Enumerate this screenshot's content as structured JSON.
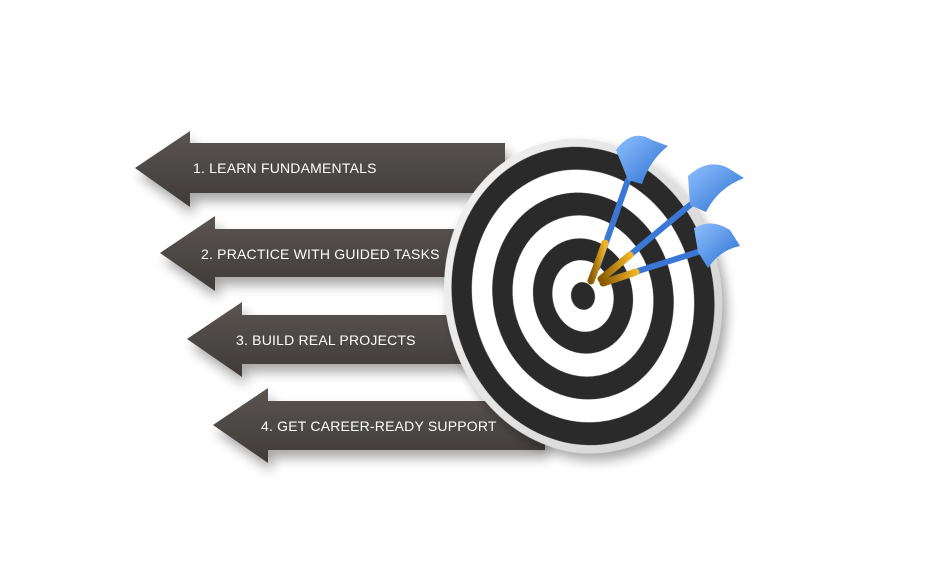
{
  "diagram": {
    "steps": [
      {
        "label": "1. LEARN FUNDAMENTALS"
      },
      {
        "label": "2. PRACTICE WITH GUIDED TASKS"
      },
      {
        "label": "3. BUILD REAL PROJECTS"
      },
      {
        "label": "4. GET CAREER-READY SUPPORT"
      }
    ],
    "target": {
      "ring_color": "#2b2b2b",
      "gap_color": "#ffffff",
      "darts": 3,
      "dart_flight_color": "#3d7fd9",
      "dart_tip_color": "#e6a21a"
    },
    "arrow_color": "#4a4643"
  }
}
